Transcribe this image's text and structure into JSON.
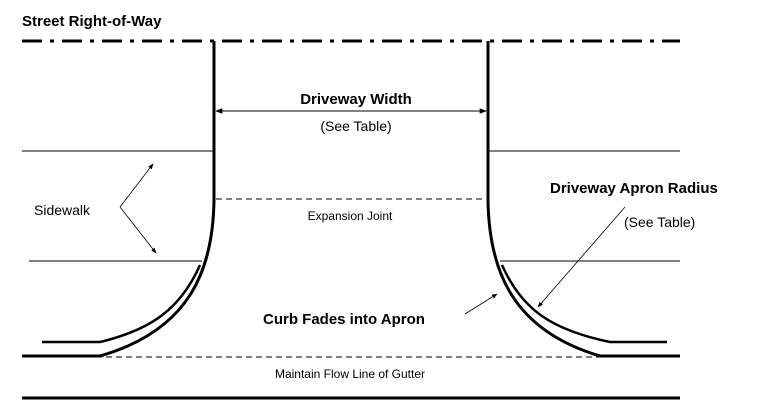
{
  "diagram": {
    "title": "Street Right-of-Way",
    "labels": {
      "driveway_width": "Driveway Width",
      "driveway_width_note": "(See Table)",
      "expansion_joint": "Expansion Joint",
      "sidewalk": "Sidewalk",
      "apron_radius": "Driveway Apron Radius",
      "apron_radius_note": "(See Table)",
      "curb_fades": "Curb Fades into Apron",
      "flow_line": "Maintain Flow Line of Gutter"
    },
    "colors": {
      "line": "#000000",
      "background": "#ffffff"
    }
  }
}
